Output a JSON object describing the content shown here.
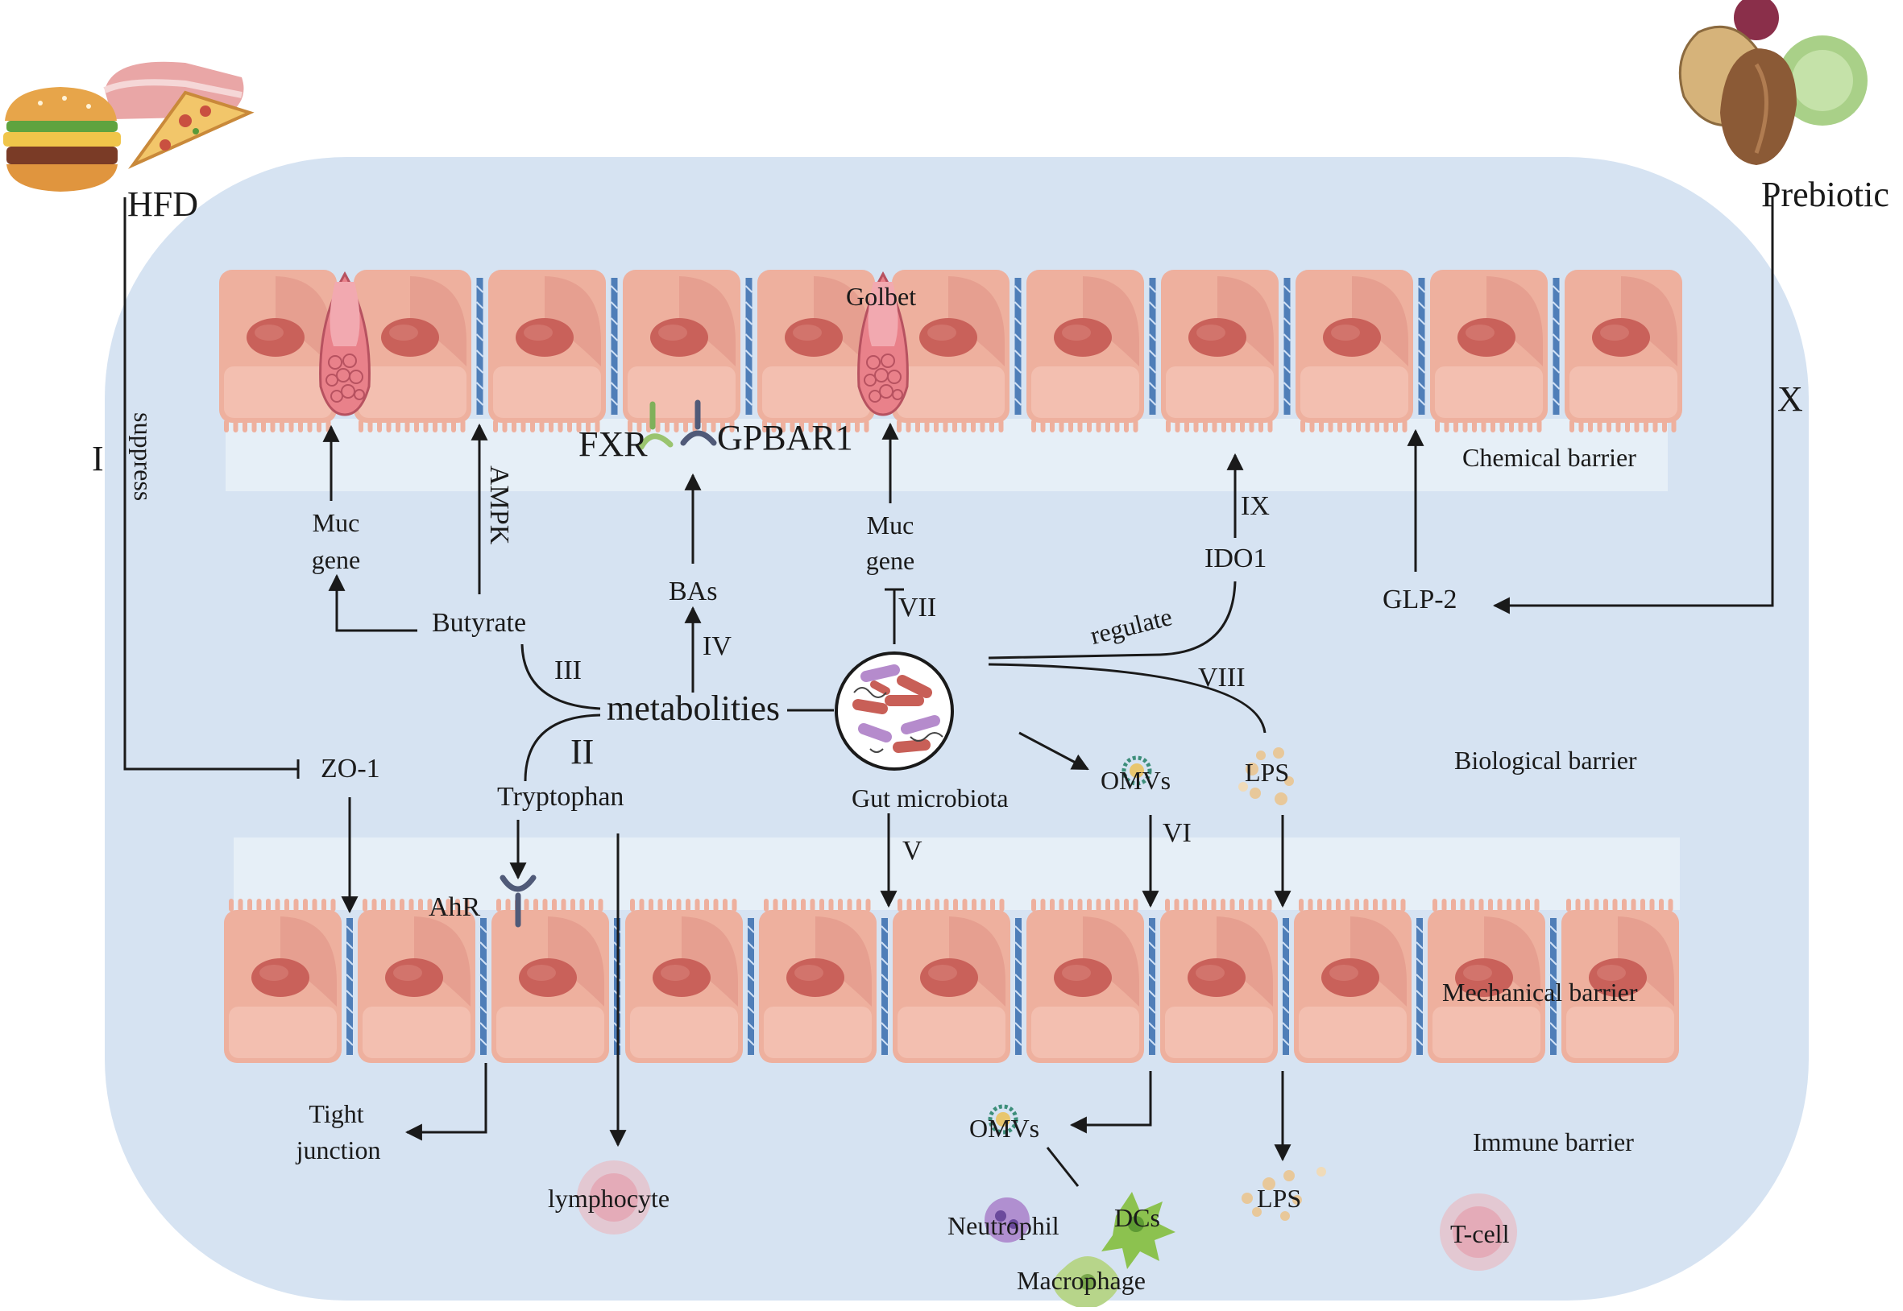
{
  "inputs": {
    "hfd": "HFD",
    "prebiotic": "Prebiotic",
    "suppress": "suppress"
  },
  "barriers": {
    "chemical": "Chemical barrier",
    "biological": "Biological barrier",
    "mechanical": "Mechanical barrier",
    "immune": "Immune barrier"
  },
  "top": {
    "golbet": "Golbet",
    "muc_gene_1a": "Muc",
    "muc_gene_1b": "gene",
    "muc_gene_2a": "Muc",
    "muc_gene_2b": "gene",
    "ampk": "AMPK",
    "fxr": "FXR",
    "gpbar1": "GPBAR1",
    "butyrate": "Butyrate",
    "bas": "BAs",
    "ido1": "IDO1",
    "glp2": "GLP-2",
    "regulate": "regulate"
  },
  "middle": {
    "metabolities": "metabolities",
    "tryptophan": "Tryptophan",
    "gut_microbiota": "Gut microbiota",
    "zo1": "ZO-1",
    "omvs": "OMVs",
    "lps": "LPS"
  },
  "bottom": {
    "ahr": "AhR",
    "tight_a": "Tight",
    "tight_b": "junction",
    "lymphocyte": "lymphocyte",
    "omvs": "OMVs",
    "lps": "LPS",
    "neutrophil": "Neutrophil",
    "dcs": "DCs",
    "macrophage": "Macrophage",
    "tcell": "T-cell"
  },
  "roman": {
    "i": "I",
    "ii": "II",
    "iii": "III",
    "iv": "IV",
    "v": "V",
    "vi": "VI",
    "vii": "VII",
    "viii": "VIII",
    "ix": "IX",
    "x": "X"
  },
  "colors": {
    "background": "#d6e3f2",
    "cell_body": "#eeb09e",
    "cell_dark": "#de8c80",
    "nucleus": "#c9615a",
    "junction": "#4f7eb8",
    "goblet": "#e9818a",
    "bacterium_red": "#c85f57",
    "bacterium_purple": "#b58bcc"
  }
}
